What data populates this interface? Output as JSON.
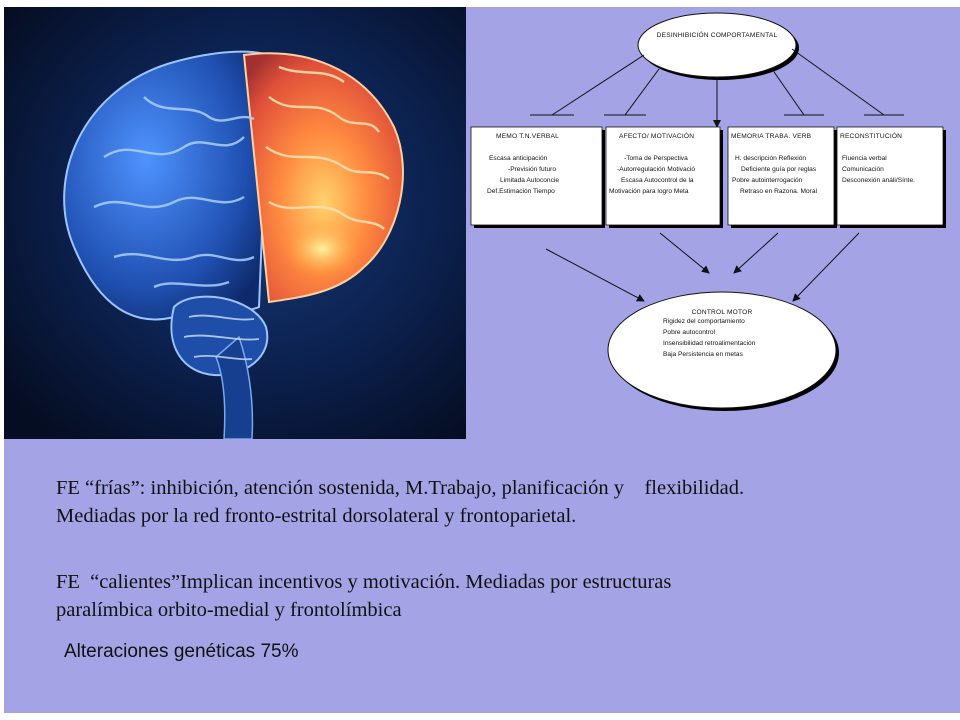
{
  "diagram": {
    "top_node": "DESINHIBICIÓN COMPORTAMENTAL",
    "boxes": [
      {
        "title": "MEMO T.N.VERBAL",
        "items": [
          "Escasa anticipación",
          "-Previsión futuro",
          "Limitada Autoconcie",
          "Def.Estimación Tiempo"
        ]
      },
      {
        "title": "AFECTO/ MOTIVACIÓN",
        "items": [
          "-Toma de Perspectiva",
          "-Autorregulación Motivació",
          "Escasa Autocontrol de la",
          "Motivación para logro Meta"
        ]
      },
      {
        "title": "MEMORIA TRABA. VERB",
        "items": [
          "H. descripción Reflexión",
          "Deficiente guía por reglas",
          "Pobre autointerrogación",
          "Retraso en Razona. Moral"
        ]
      },
      {
        "title": "RECONSTITUCIÓN",
        "items": [
          "Fluencia verbal",
          "Comunicación",
          "Desconexión análi/Sínte."
        ]
      }
    ],
    "bottom_node": {
      "title": "CONTROL MOTOR",
      "items": [
        "Rigidez del comportamiento",
        "Pobre autocontrol",
        "Insensibilidad retroalimentación",
        "Baja Persistencia en metas"
      ]
    }
  },
  "text": {
    "p1_line1": "FE “frías”: inhibición, atención sostenida, M.Trabajo, planificación y    flexibilidad.",
    "p1_line2": "Mediadas por la red fronto-estrital dorsolateral y frontoparietal.",
    "p2_line1": "FE  “calientes”Implican incentivos y motivación. Mediadas por estructuras",
    "p2_line2": "paralímbica orbito-medial y frontolímbica",
    "p3": "Alteraciones genéticas 75%"
  },
  "colors": {
    "slide_background": "#a3a3e6",
    "brain_background": "#0b1a3a",
    "brain_left": "#2e6fd8",
    "brain_right": "#ff7a3d"
  }
}
